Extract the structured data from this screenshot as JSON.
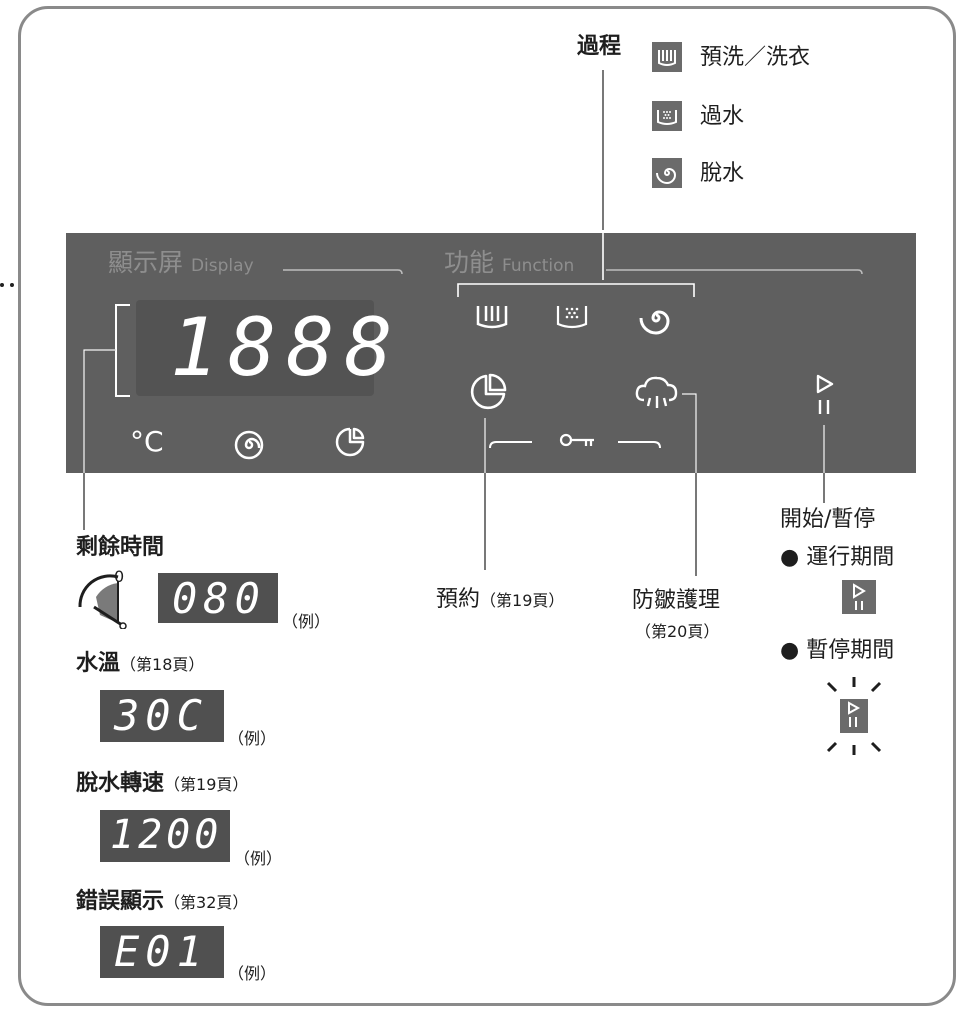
{
  "process": {
    "title": "過程",
    "wash_label": "預洗／洗衣",
    "rinse_label": "過水",
    "spin_label": "脫水"
  },
  "panel": {
    "display_label": "顯示屏",
    "display_sub": "Display",
    "function_label": "功能",
    "function_sub": "Function",
    "lcd_digits": "1888",
    "temp_unit": "°C"
  },
  "annotations": {
    "remaining_time": {
      "title": "剩餘時間",
      "dial_zero": "0",
      "example_value": "080",
      "example_note": "（例）"
    },
    "water_temp": {
      "title": "水溫",
      "page": "（第18頁）",
      "example_value": "30C",
      "example_note": "（例）"
    },
    "spin_speed": {
      "title": "脫水轉速",
      "page": "（第19頁）",
      "example_value": "1200",
      "example_note": "（例）"
    },
    "error_display": {
      "title": "錯誤顯示",
      "page": "（第32頁）",
      "example_value": "E01",
      "example_note": "（例）"
    },
    "delay": {
      "title": "預約",
      "page": "（第19頁）"
    },
    "anti_crease": {
      "title": "防皺護理",
      "page": "（第20頁）"
    },
    "start_pause": {
      "title": "開始/暫停",
      "running": "● 運行期間",
      "paused": "● 暫停期間"
    }
  },
  "icons": {
    "wash": "wash-tub-icon",
    "rinse": "rinse-icon",
    "spin": "spin-icon",
    "timer": "timer-icon",
    "steam": "steam-icon",
    "key": "child-lock-key-icon",
    "play_pause": "play-pause-icon"
  },
  "colors": {
    "panel": "#5f5f5f",
    "panel_text": "#8e8e8e",
    "panel_icon": "#ffffff",
    "lcd_segment": "#ffffff",
    "example_bg": "#505050",
    "frame": "#8a8a8a"
  }
}
